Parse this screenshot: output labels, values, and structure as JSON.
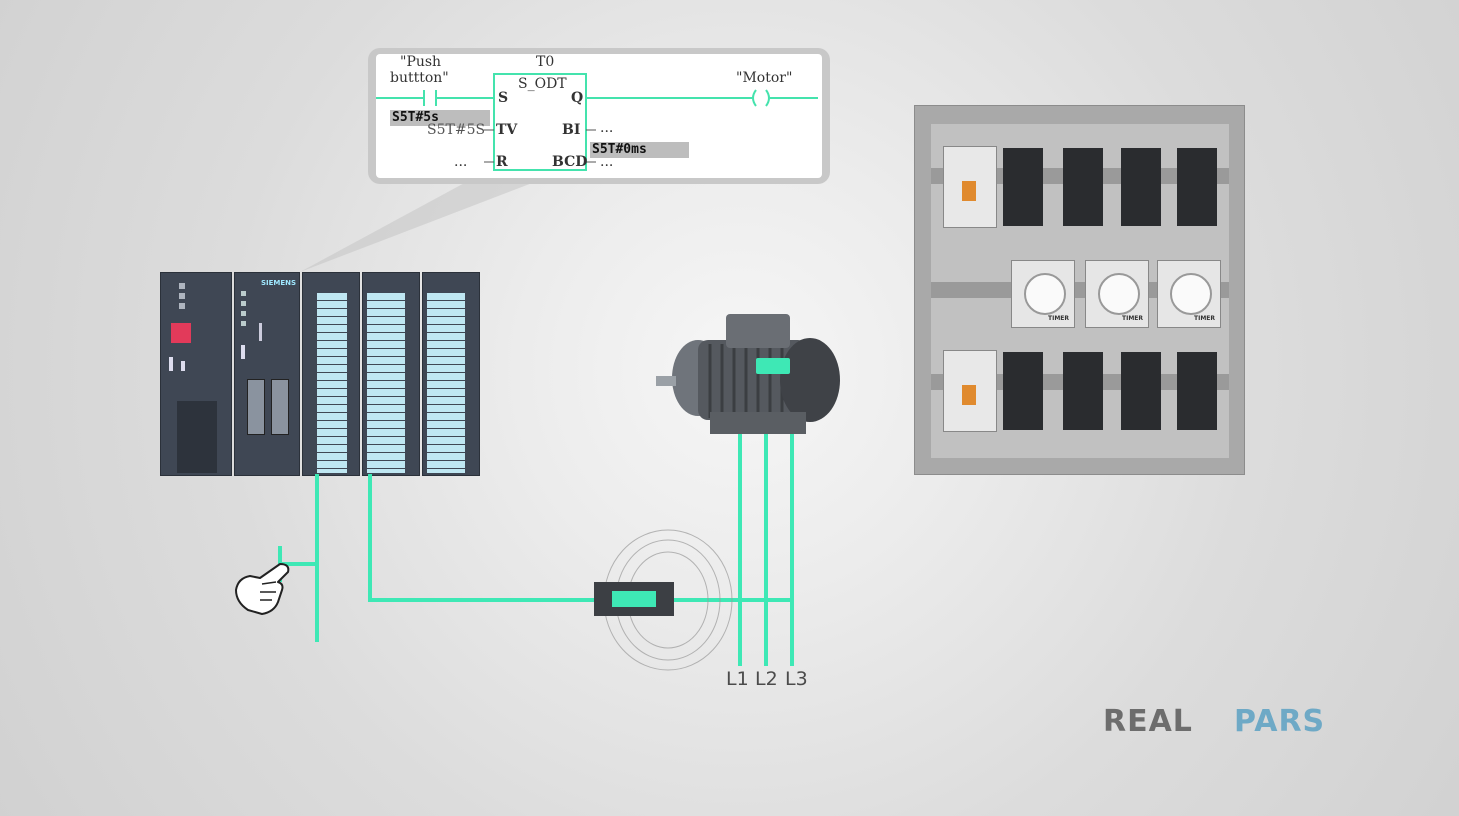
{
  "ladder": {
    "input_label_line1": "\"Push",
    "input_label_line2": "buttton\"",
    "timer_name": "T0",
    "timer_type": "S_ODT",
    "pin_s": "S",
    "pin_q": "Q",
    "pin_tv": "TV",
    "pin_bi": "BI",
    "pin_r": "R",
    "pin_bcd": "BCD",
    "tv_value": "S5T#5S",
    "tv_display": "S5T#5s",
    "bi_dots": "...",
    "bcd_dots": "...",
    "r_dots": "...",
    "elapsed_display": "S5T#0ms",
    "output_label": "\"Motor\""
  },
  "plc": {
    "cpu_brand": "SIEMENS"
  },
  "control_panel": {
    "timer_label": "TIMER"
  },
  "motor_phases": [
    "L1",
    "L2",
    "L3"
  ],
  "logo": {
    "part1": "REAL",
    "part2": "PARS"
  },
  "colors": {
    "wire": "#3ee8b5",
    "panel": "#a8a8a8",
    "plc_body": "#3d4552",
    "logo_grey": "#6d6d6d",
    "logo_blue": "#6ea9c6"
  }
}
